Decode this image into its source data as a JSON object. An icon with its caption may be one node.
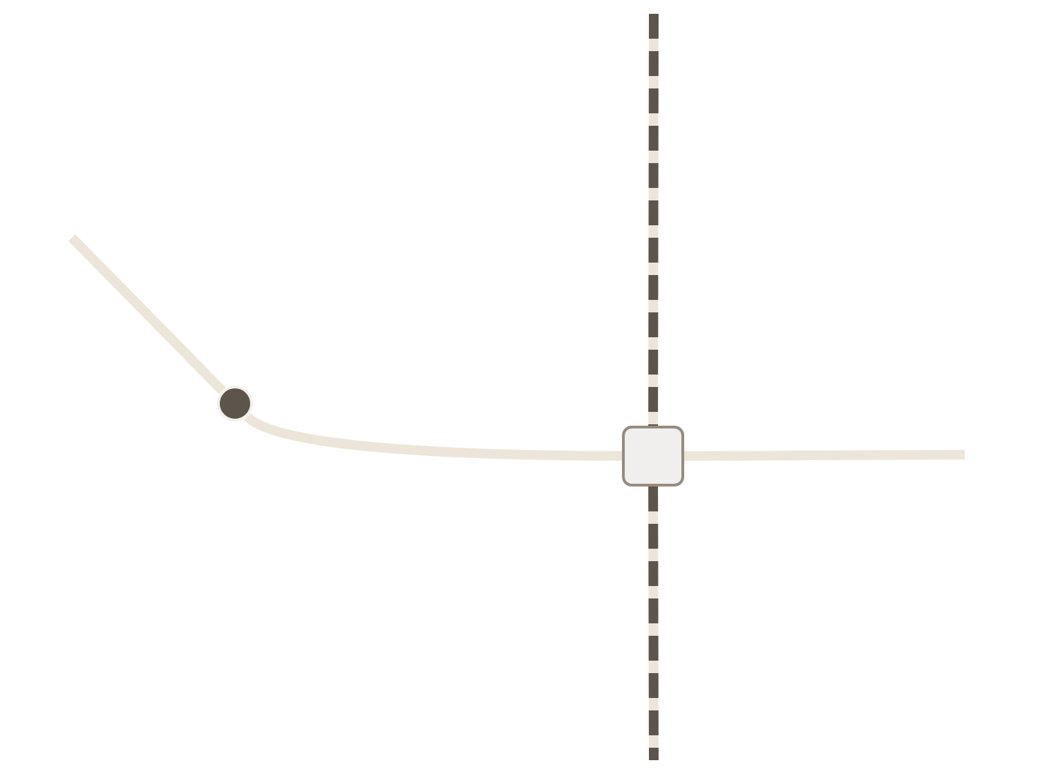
{
  "diagram": {
    "nodes": [
      {
        "text": [],
        "shape": "circle"
      },
      {
        "text": [],
        "shape": "box"
      }
    ],
    "edges": [
      {
        "from": null,
        "to": 0,
        "arrow": "none"
      },
      {
        "from": 0,
        "to": 1,
        "arrow": "none"
      },
      {
        "from": 1,
        "to": null,
        "arrow": "none"
      },
      {
        "from": null,
        "to": 1,
        "arrow": "none",
        "style": "dashed",
        "color": "#5c554b"
      },
      {
        "from": 1,
        "to": null,
        "arrow": "none",
        "style": "dashed",
        "color": "#5c554b"
      }
    ]
  }
}
